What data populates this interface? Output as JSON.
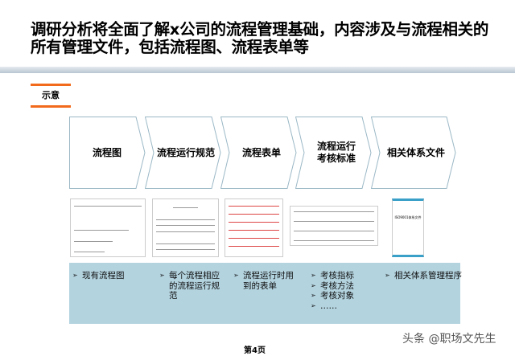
{
  "title": "调研分析将全面了解x公司的流程管理基础，内容涉及与流程相关的所有管理文件，包括流程图、流程表单等",
  "section_tag": "示意",
  "accent_color": "#f26a1b",
  "steps": [
    {
      "label": "流程图"
    },
    {
      "label": "流程运行规范"
    },
    {
      "label": "流程表单"
    },
    {
      "label": "流程运行\n考核标准"
    },
    {
      "label": "相关体系文件"
    }
  ],
  "thumbnails": [
    {
      "name": "flowchart-thumbnail"
    },
    {
      "name": "process-spec-thumbnail"
    },
    {
      "name": "process-form-thumbnail"
    },
    {
      "name": "assessment-table-thumbnail"
    },
    {
      "name": "iso-document-thumbnail",
      "cover_text": "ISO9001体系文件"
    }
  ],
  "details": [
    {
      "items": [
        "现有流程图"
      ]
    },
    {
      "items": [
        "每个流程相应的流程运行规范"
      ]
    },
    {
      "items": [
        "流程运行时用到的表单"
      ]
    },
    {
      "items": [
        "考核指标",
        "考核方法",
        "考核对象",
        "……"
      ]
    },
    {
      "items": [
        "相关体系管理程序"
      ]
    }
  ],
  "details_bg": "#b3d3df",
  "page_label": "第4页",
  "watermark": "头条 @职场文先生"
}
